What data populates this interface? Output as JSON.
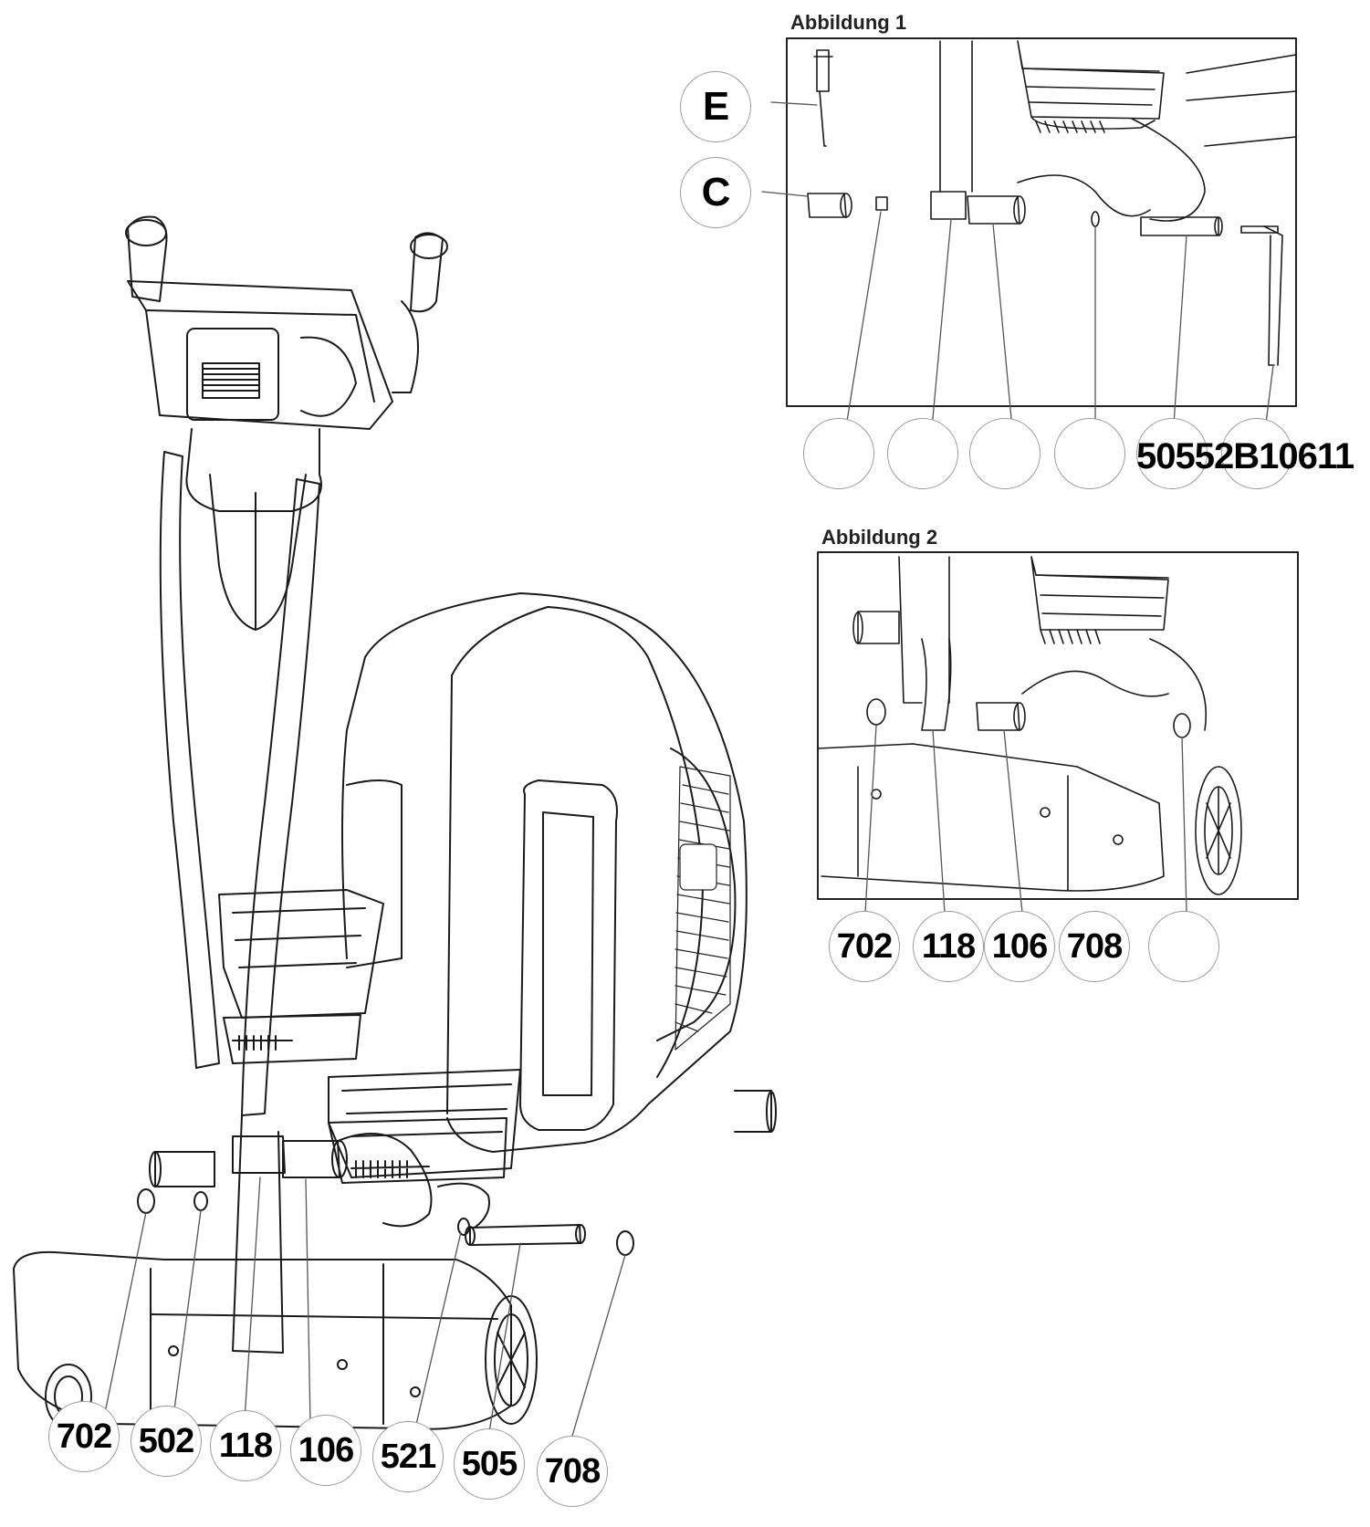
{
  "figure1": {
    "caption": "Abbildung 1",
    "tool_labels": {
      "e": "E",
      "c": "C"
    }
  },
  "figure2": {
    "caption": "Abbildung 2"
  },
  "figure1_row": {
    "labels": [
      "",
      "",
      "",
      "",
      ""
    ],
    "overprint": "50552B10611"
  },
  "figure2_row": {
    "labels": [
      "702",
      "118",
      "106",
      "708",
      ""
    ]
  },
  "main_row": {
    "labels": [
      "702",
      "502",
      "118",
      "106",
      "521",
      "505",
      "708"
    ]
  }
}
